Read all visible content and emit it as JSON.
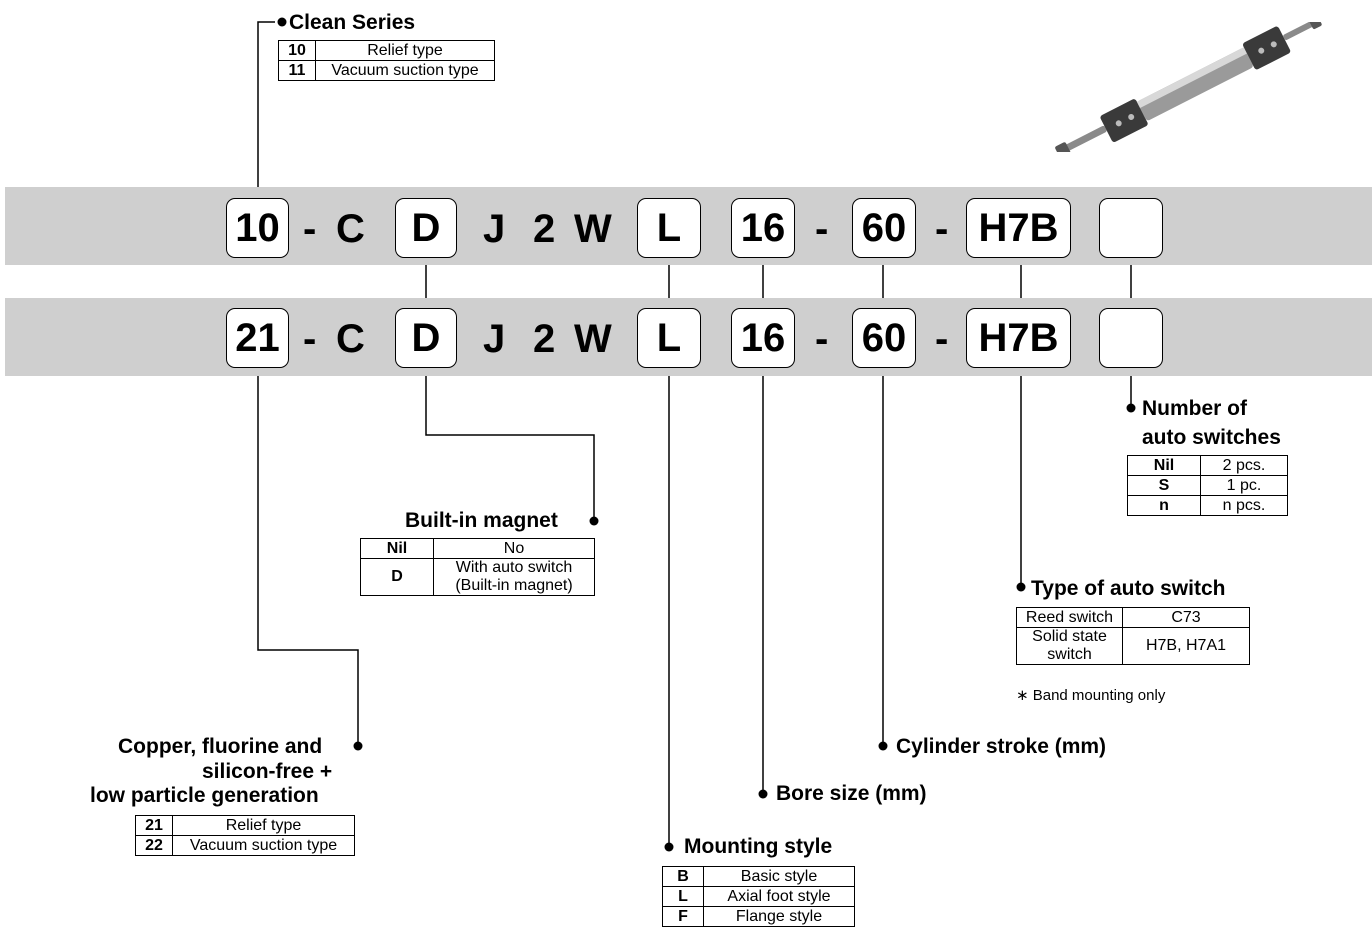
{
  "model_code": {
    "row1": [
      "10",
      "-",
      "C",
      "D",
      "J",
      "2",
      "W",
      "L",
      "16",
      "-",
      "60",
      "-",
      "H7B",
      ""
    ],
    "row2": [
      "21",
      "-",
      "C",
      "D",
      "J",
      "2",
      "W",
      "L",
      "16",
      "-",
      "60",
      "-",
      "H7B",
      ""
    ]
  },
  "clean_series": {
    "title": "Clean Series",
    "rows": [
      {
        "code": "10",
        "desc": "Relief type"
      },
      {
        "code": "11",
        "desc": "Vacuum suction type"
      }
    ]
  },
  "copper_free": {
    "title_lines": [
      "Copper, fluorine and",
      "silicon-free +",
      "low particle generation"
    ],
    "rows": [
      {
        "code": "21",
        "desc": "Relief type"
      },
      {
        "code": "22",
        "desc": "Vacuum suction type"
      }
    ]
  },
  "built_in_magnet": {
    "title": "Built-in magnet",
    "rows": [
      {
        "code": "Nil",
        "desc": "No"
      },
      {
        "code": "D",
        "desc_lines": [
          "With auto switch",
          "(Built-in magnet)"
        ]
      }
    ]
  },
  "mounting_style": {
    "title": "Mounting style",
    "rows": [
      {
        "code": "B",
        "desc": "Basic style"
      },
      {
        "code": "L",
        "desc": "Axial foot style"
      },
      {
        "code": "F",
        "desc": "Flange style"
      }
    ]
  },
  "bore_size": {
    "title": "Bore size (mm)"
  },
  "cylinder_stroke": {
    "title": "Cylinder stroke (mm)"
  },
  "auto_switch_type": {
    "title": "Type of auto switch",
    "rows": [
      {
        "type": "Reed switch",
        "models": "C73"
      },
      {
        "type_lines": [
          "Solid state",
          "switch"
        ],
        "models": "H7B, H7A1"
      }
    ],
    "note": "∗ Band mounting only"
  },
  "number_of_switches": {
    "title_lines": [
      "Number of",
      "auto switches"
    ],
    "rows": [
      {
        "code": "Nil",
        "desc": "2 pcs."
      },
      {
        "code": "S",
        "desc": "1 pc."
      },
      {
        "code": "n",
        "desc": "n pcs."
      }
    ]
  },
  "colors": {
    "band": "#cfcfcf",
    "line": "#000000"
  },
  "icons": {
    "product": "cylinder-product-illustration"
  }
}
